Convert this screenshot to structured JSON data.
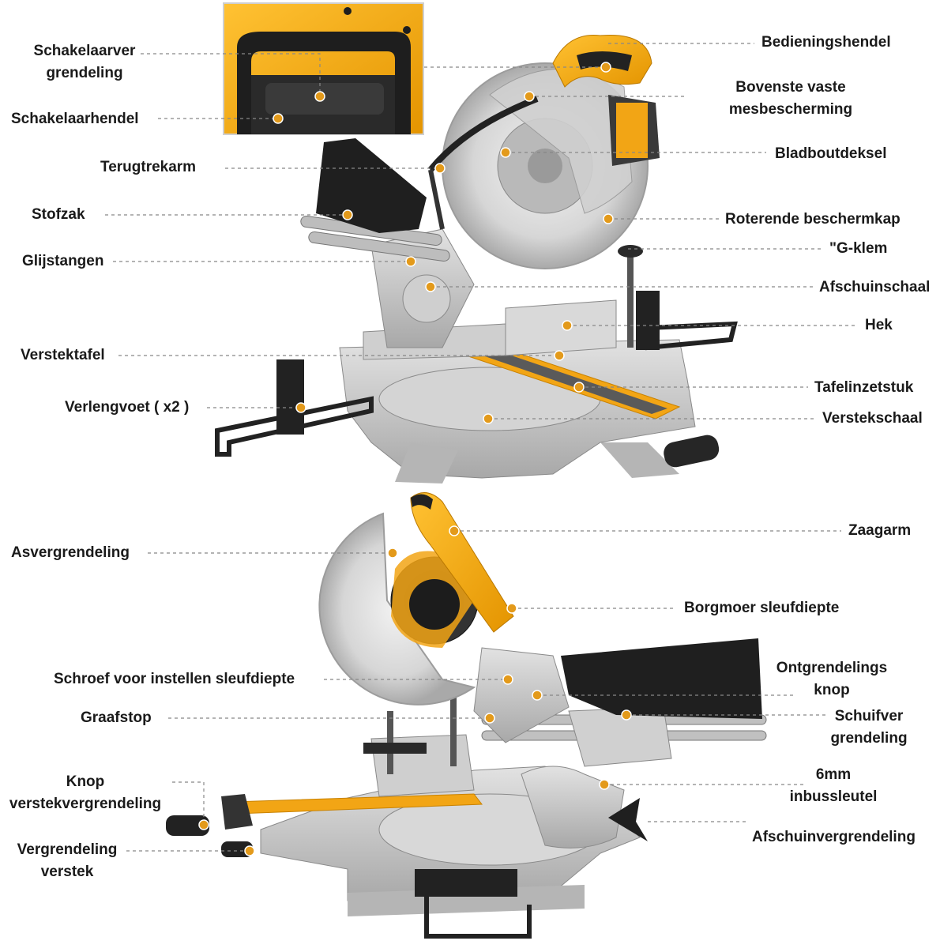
{
  "colors": {
    "accent_yellow": "#f2a515",
    "marker_orange": "#e39a1b",
    "metal_silver": "#c8c8c8",
    "leader_gray": "#888888",
    "dust_bag": "#1f1f1f"
  },
  "top_view": {
    "labels": {
      "switch_lock": "Schakelaarver\ngrendeling",
      "switch_lever": "Schakelaarhendel",
      "retraction_arm": "Terugtrekarm",
      "dust_bag": "Stofzak",
      "slide_rails": "Glijstangen",
      "miter_table": "Verstektafel",
      "extension_foot": "Verlengvoet ( x2 )",
      "operating_handle": "Bedieningshendel",
      "upper_guard": "Bovenste vaste\nmesbescherming",
      "blade_bolt_cover": "Bladboutdeksel",
      "rotating_guard": "Roterende beschermkap",
      "g_clamp": "\"G-klem",
      "bevel_scale": "Afschuinschaal",
      "fence": "Hek",
      "table_insert": "Tafelinzetstuk",
      "miter_scale": "Verstekschaal"
    }
  },
  "bottom_view": {
    "labels": {
      "spindle_lock": "Asvergrendeling",
      "depth_screw": "Schroef voor instellen sleufdiepte",
      "depth_stop": "Graafstop",
      "miter_lock_knob": "Knop\nverstekvergrendeling",
      "miter_detent_lock": "Vergrendeling\nverstek",
      "saw_arm": "Zaagarm",
      "depth_lock_nut": "Borgmoer sleufdiepte",
      "release_button": "Ontgrendelings\nknop",
      "slide_lock": "Schuifver\ngrendeling",
      "hex_key": "6mm\ninbussleutel",
      "bevel_lock": "Afschuinvergrendeling"
    }
  }
}
